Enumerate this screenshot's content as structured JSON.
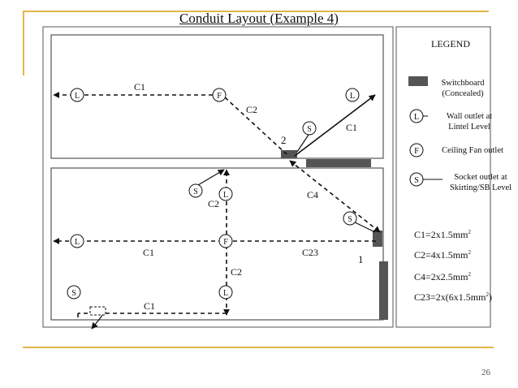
{
  "title": "Conduit Layout (Example 4)",
  "page_number": "26",
  "colors": {
    "accent": "#e2b64a",
    "ink": "#111111",
    "switchboard": "#555555"
  },
  "symbols": {
    "L": "L",
    "F": "F",
    "S": "S"
  },
  "labels": {
    "r1_c1": "C1",
    "r1_c2": "C2",
    "r1_c1b": "C1",
    "sb_2": "2",
    "c4": "C4",
    "c2_upper": "C2",
    "c1_mid": "C1",
    "c23": "C23",
    "sb_1": "1",
    "c2_lower": "C2",
    "c1_bottom": "C1"
  },
  "legend": {
    "title": "LEGEND",
    "switchboard_line1": "Switchboard",
    "switchboard_line2": "(Concealed)",
    "wall_outlet_line1": "Wall outlet at",
    "wall_outlet_line2": "Lintel Level",
    "fan_outlet": "Ceiling Fan outlet",
    "socket_line1": "Socket outlet at",
    "socket_line2": "Skirting/SB Level",
    "formulas": [
      {
        "code": "C1=2x1.5mm",
        "sup": "2",
        "tail": ""
      },
      {
        "code": "C2=4x1.5mm",
        "sup": "2",
        "tail": ""
      },
      {
        "code": "C4=2x2.5mm",
        "sup": "2",
        "tail": ""
      },
      {
        "code": "C23=2x(6x1.5mm",
        "sup": "2",
        "tail": ")"
      }
    ]
  }
}
